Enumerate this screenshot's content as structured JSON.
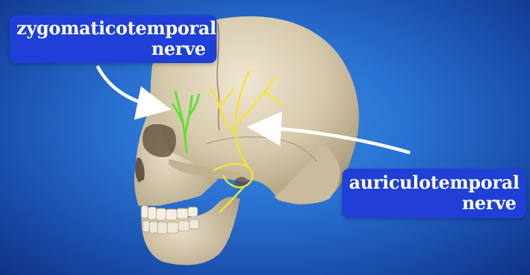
{
  "labels": {
    "zygomaticotemporal": {
      "line1": "zygomaticotemporal",
      "line2": "nerve"
    },
    "auriculotemporal": {
      "line1": "auriculotemporal",
      "line2": "nerve"
    }
  },
  "colors": {
    "background": "#2a72d3",
    "label_box": "#1f3fd6",
    "zygomaticotemporal_nerve": "#5fe032",
    "auriculotemporal_nerve": "#f2e434",
    "bone": "#d8ccb0",
    "arrow": "#ffffff"
  }
}
